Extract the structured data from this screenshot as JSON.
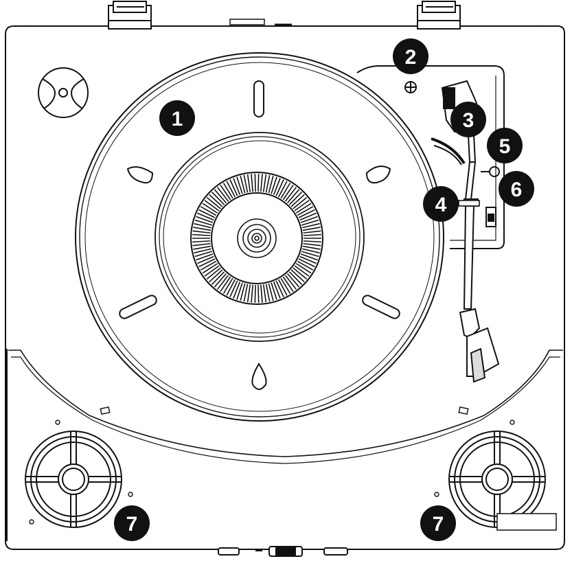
{
  "diagram": {
    "callouts": [
      {
        "id": "1",
        "label": "1"
      },
      {
        "id": "2",
        "label": "2"
      },
      {
        "id": "3",
        "label": "3"
      },
      {
        "id": "4",
        "label": "4"
      },
      {
        "id": "5",
        "label": "5"
      },
      {
        "id": "6",
        "label": "6"
      },
      {
        "id": "7a",
        "label": "7"
      },
      {
        "id": "7b",
        "label": "7"
      }
    ],
    "colors": {
      "line": "#111111",
      "callout_fill": "#111111",
      "callout_text": "#ffffff",
      "background": "#ffffff"
    }
  }
}
